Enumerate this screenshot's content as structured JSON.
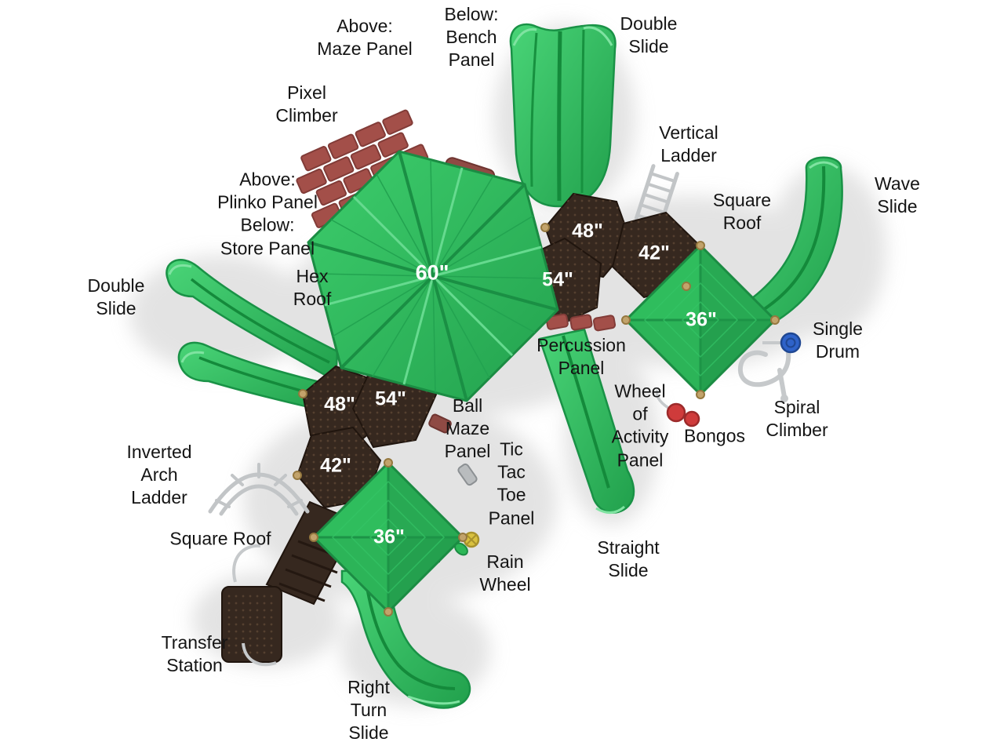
{
  "diagram": {
    "type": "playground-structure-top-view",
    "background": "#ffffff"
  },
  "colors": {
    "slide_green": "#2db757",
    "roof_green": "#2fbd5d",
    "deck_brown": "#36281f",
    "climber_red": "#a34f49",
    "metal_gray": "#c6c9cb",
    "drum_blue": "#2f63c9",
    "bongo_red": "#cf3b3b",
    "label_black": "#141414",
    "dim_white": "#ffffff"
  },
  "labels": {
    "above_maze_panel": "Above:\nMaze Panel",
    "below_bench_panel": "Below:\nBench\nPanel",
    "double_slide_top": "Double\nSlide",
    "pixel_climber": "Pixel\nClimber",
    "vertical_ladder": "Vertical\nLadder",
    "plinko_store_panel": "Above:\nPlinko Panel\nBelow:\nStore Panel",
    "square_roof_east": "Square\nRoof",
    "wave_slide": "Wave\nSlide",
    "hex_roof": "Hex\nRoof",
    "double_slide_left": "Double\nSlide",
    "single_drum": "Single\nDrum",
    "percussion_panel": "Percussion\nPanel",
    "wheel_of_activity_panel": "Wheel\nof\nActivity\nPanel",
    "bongos": "Bongos",
    "spiral_climber": "Spiral\nClimber",
    "ball_maze_panel": "Ball\nMaze\nPanel",
    "inverted_arch_ladder": "Inverted\nArch\nLadder",
    "tic_tac_toe_panel": "Tic\nTac\nToe\nPanel",
    "square_roof_south": "Square Roof",
    "rain_wheel": "Rain\nWheel",
    "straight_slide": "Straight\nSlide",
    "transfer_station": "Transfer\nStation",
    "right_turn_slide": "Right\nTurn\nSlide"
  },
  "dims": {
    "hex_deck": "60\"",
    "ne_48": "48\"",
    "ne_42": "42\"",
    "ne_54": "54\"",
    "east_36": "36\"",
    "west_48": "48\"",
    "west_54": "54\"",
    "west_42": "42\"",
    "south_36": "36\""
  }
}
